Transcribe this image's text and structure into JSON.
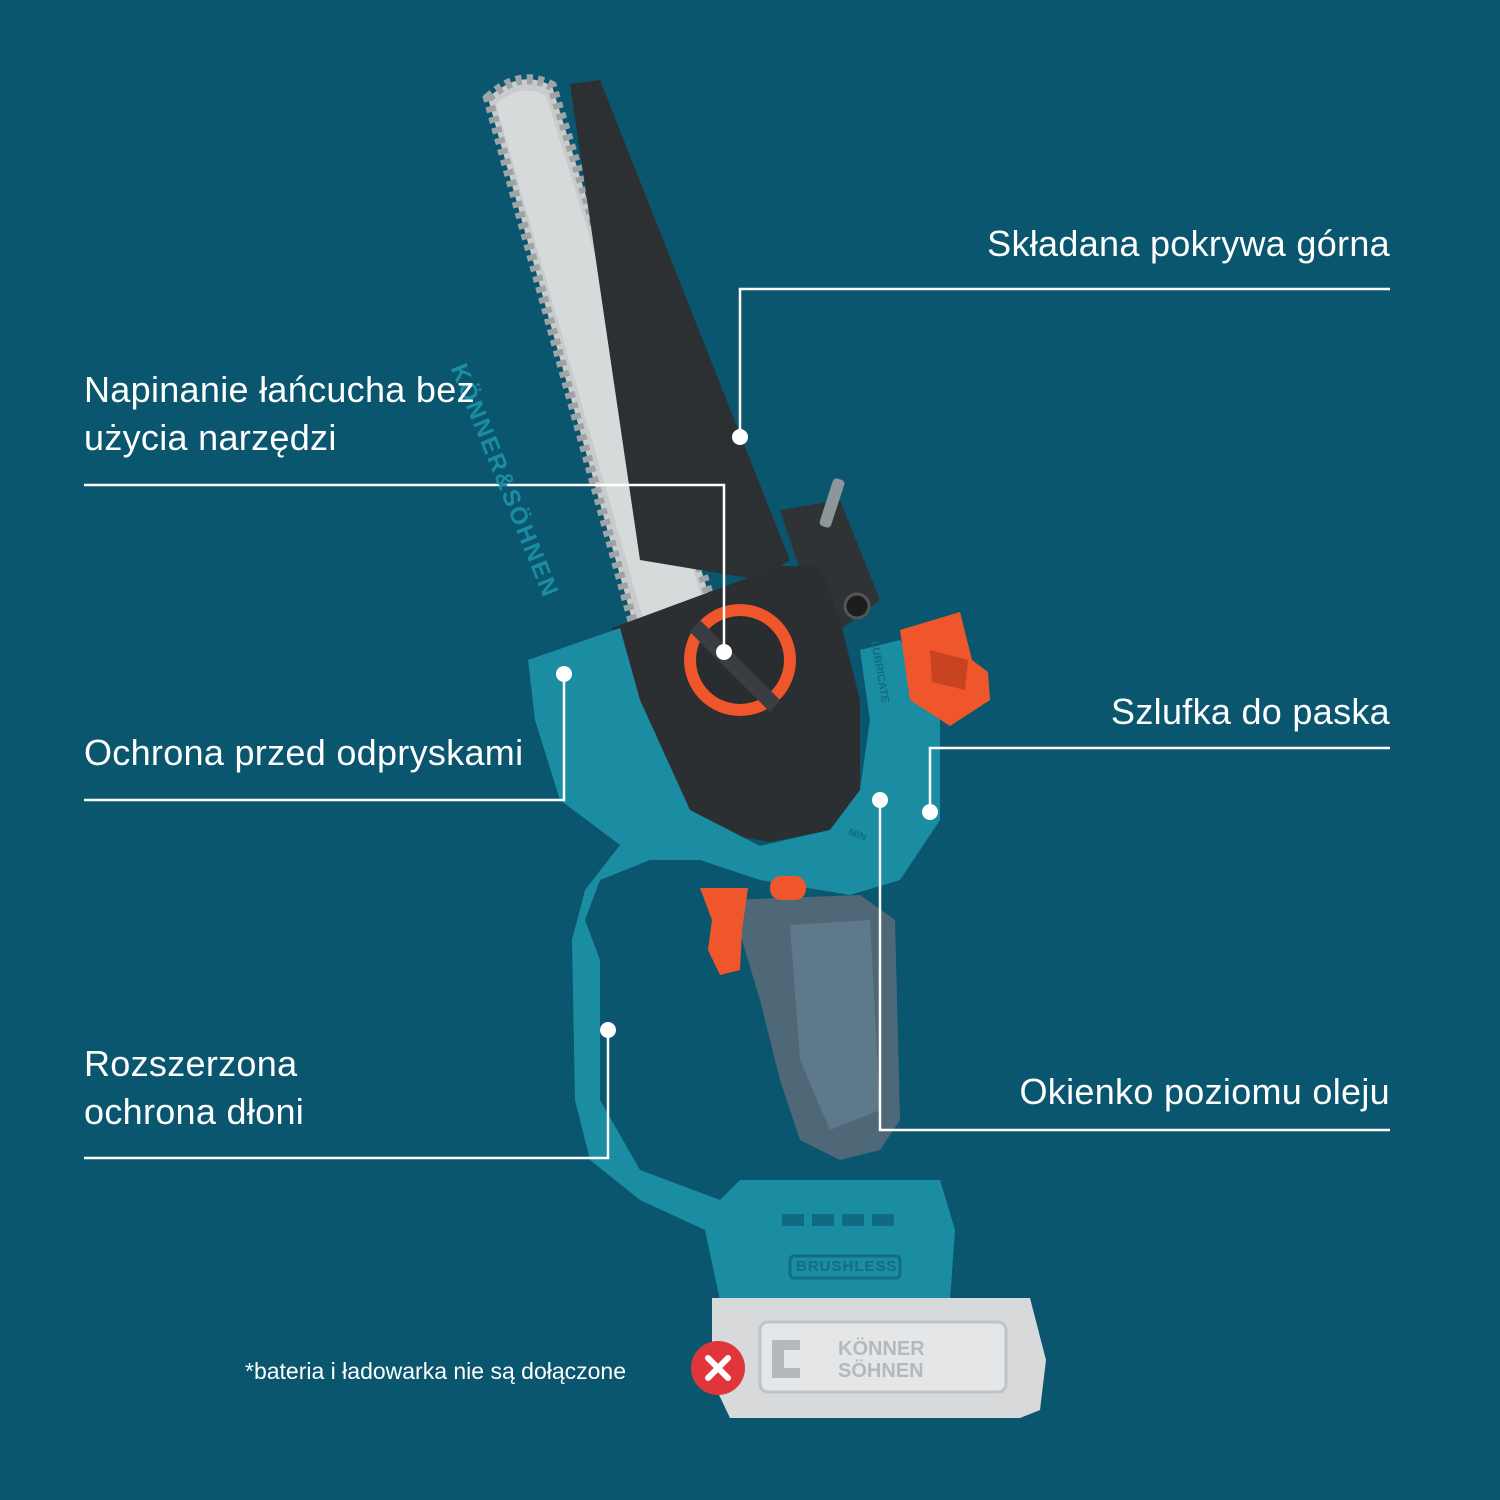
{
  "callouts": {
    "top_cover": "Składana pokrywa górna",
    "chain_tension": [
      "Napinanie łańcucha bez",
      "użycia narzędzi"
    ],
    "splash_guard": "Ochrona przed odpryskami",
    "belt_loop": "Szlufka do paska",
    "hand_guard": [
      "Rozszerzona",
      "ochrona dłoni"
    ],
    "oil_window": "Okienko poziomu oleju"
  },
  "footnote": "*bateria i ładowarka nie są dołączone",
  "product_markings": {
    "bar_brand": "KÖNNER&SÖHNEN",
    "lubricate": "LUBRICATE",
    "min": "MIN",
    "brushless": "BRUSHLESS",
    "battery_brand_line1": "KÖNNER",
    "battery_brand_line2": "SÖHNEN"
  },
  "colors": {
    "background": "#0b566f",
    "tool_body": "#1b8da3",
    "accent": "#f0562c",
    "warning": "#e0353b"
  },
  "icons": [
    "x-icon",
    "brand-logo-icon"
  ]
}
